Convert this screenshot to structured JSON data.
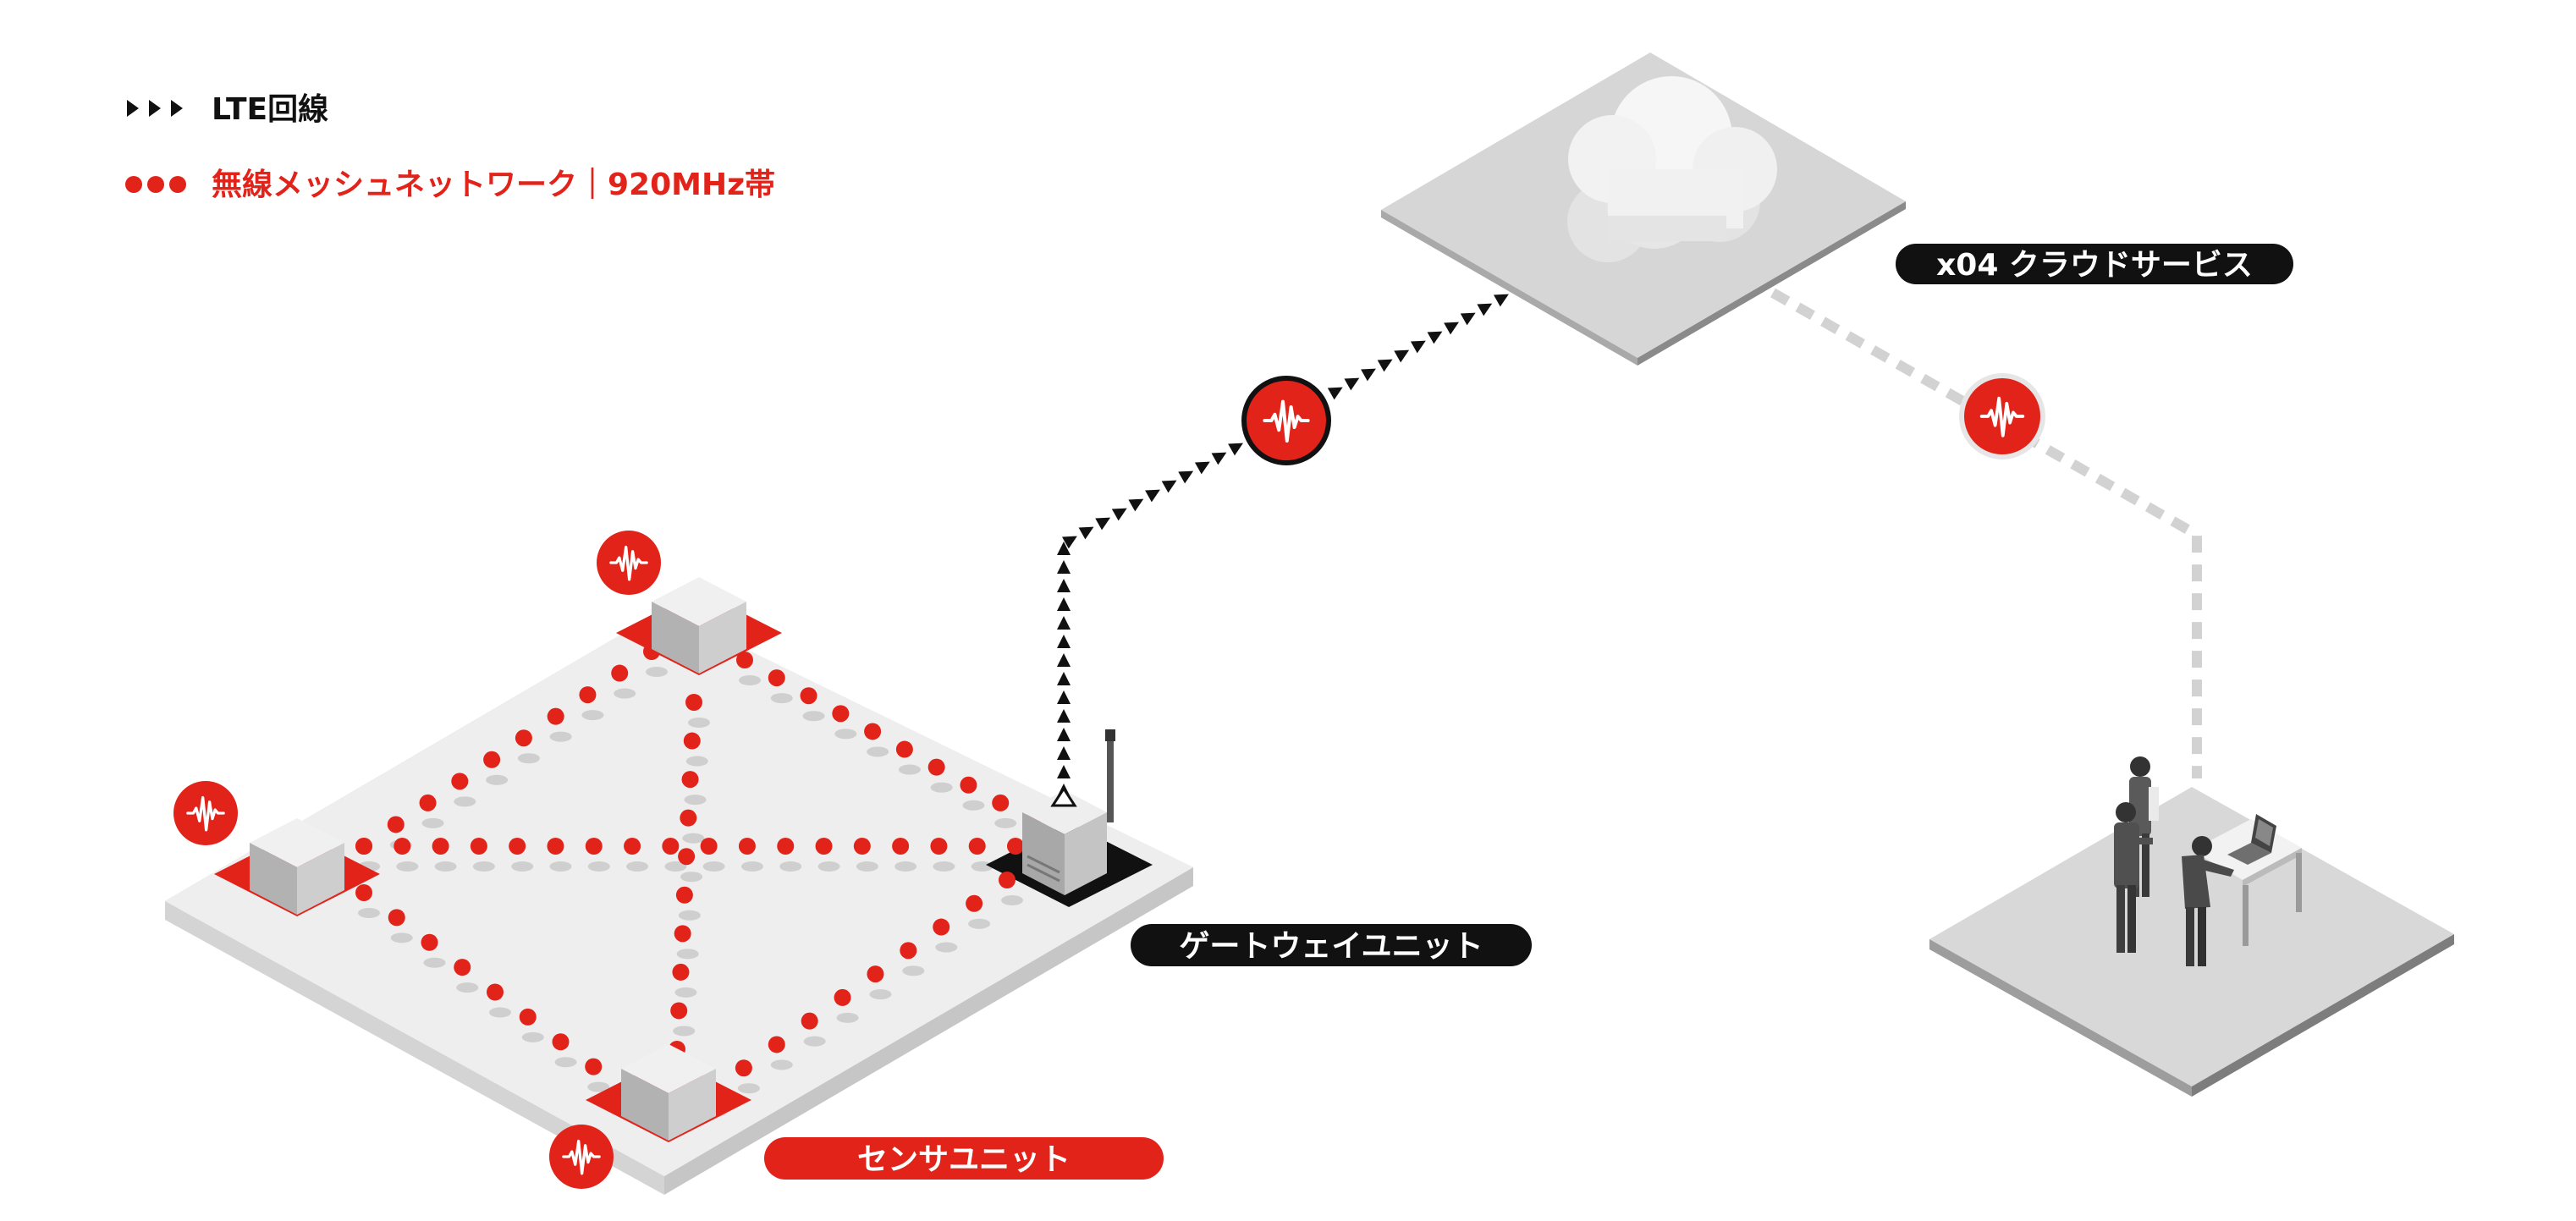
{
  "legend": {
    "lte_label": "LTE回線",
    "mesh_label": "無線メッシュネットワーク｜920MHz帯"
  },
  "labels": {
    "cloud": "x04 クラウドサービス",
    "gateway": "ゲートウェイユニット",
    "sensor": "センサユニット"
  },
  "colors": {
    "red": "#e2231a",
    "black": "#111111",
    "platform_light": "#eeeeee",
    "platform_gray": "#d4d4d4"
  },
  "icons": [
    "wave-badge-icon",
    "cloud-icon",
    "antenna-icon",
    "laptop-icon",
    "person-icon"
  ]
}
